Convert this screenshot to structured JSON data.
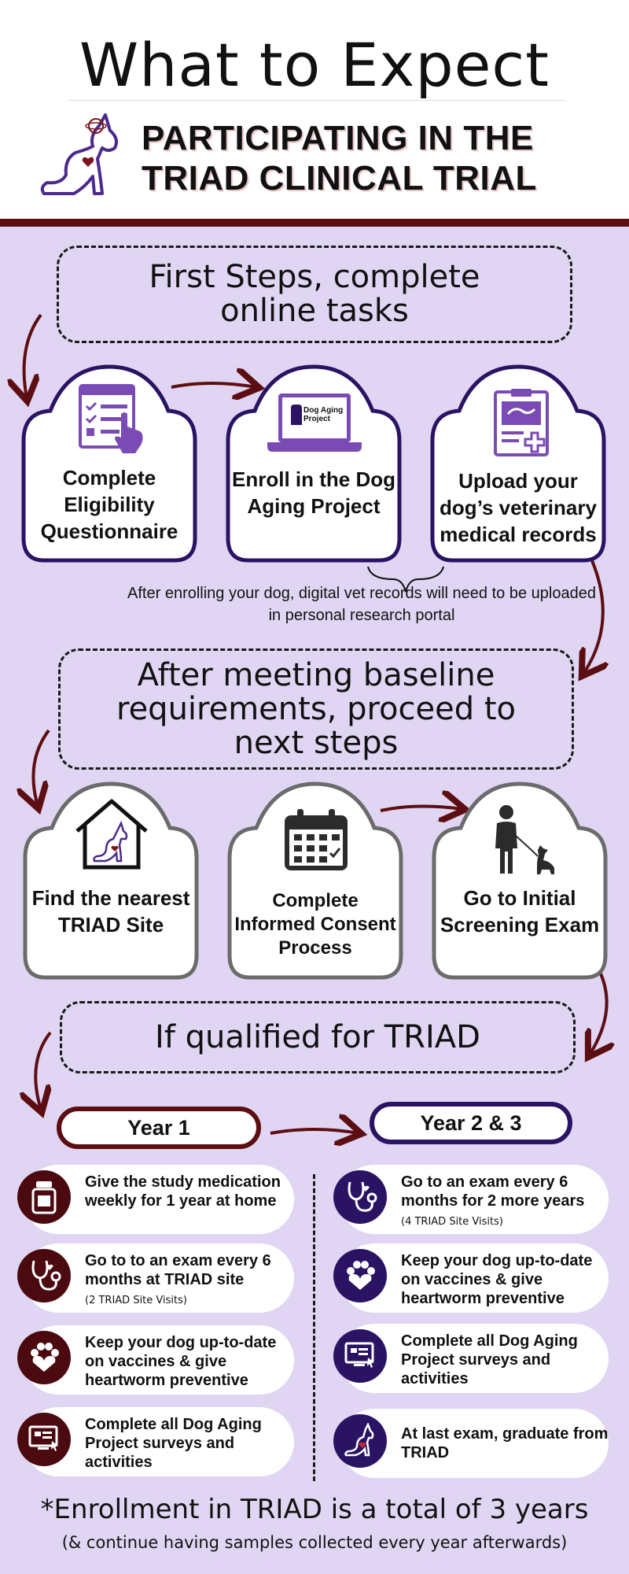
{
  "header": {
    "title": "What to Expect",
    "subtitle_line1": "PARTICIPATING IN THE",
    "subtitle_line2": "TRIAD CLINICAL TRIAL"
  },
  "colors": {
    "maroon": "#5c0e12",
    "purple": "#2a1363",
    "lavender": "#e0d6f3",
    "gray": "#6b6b6b"
  },
  "sections": {
    "first_steps": "First Steps, complete online tasks",
    "after_baseline": "After meeting baseline requirements, proceed to next steps",
    "if_qualified": "If qualified for TRIAD"
  },
  "step_cards_1": [
    {
      "label": "Complete Eligibility Questionnaire",
      "icon": "questionnaire-icon"
    },
    {
      "label": "Enroll in the Dog Aging Project",
      "icon": "laptop-icon",
      "screen_text": "Dog Aging Project"
    },
    {
      "label": "Upload your dog’s veterinary medical records",
      "icon": "medical-records-icon"
    }
  ],
  "note": "After enrolling your dog, digital vet records will need to be uploaded in personal research portal",
  "step_cards_2": [
    {
      "label": "Find the nearest TRIAD Site",
      "icon": "house-dog-icon"
    },
    {
      "label": "Complete Informed Consent Process",
      "icon": "calendar-icon"
    },
    {
      "label": "Go to Initial Screening Exam",
      "icon": "person-dog-icon"
    }
  ],
  "years": {
    "year1_label": "Year 1",
    "year23_label": "Year 2 & 3"
  },
  "year1_items": [
    {
      "text": "Give the study medication weekly for 1 year at home",
      "sub": "",
      "icon": "medicine-bottle-icon"
    },
    {
      "text": "Go to to an exam every 6 months at TRIAD site",
      "sub": "(2 TRIAD Site Visits)",
      "icon": "stethoscope-icon"
    },
    {
      "text": "Keep your dog up-to-date on vaccines & give heartworm preventive",
      "sub": "",
      "icon": "paw-heart-icon"
    },
    {
      "text": "Complete all Dog Aging Project surveys and activities",
      "sub": "",
      "icon": "survey-screen-icon"
    }
  ],
  "year23_items": [
    {
      "text": "Go to an exam every 6 months for 2 more years",
      "sub": "(4 TRIAD Site Visits)",
      "icon": "stethoscope-icon"
    },
    {
      "text": "Keep your dog up-to-date on vaccines & give heartworm preventive",
      "sub": "",
      "icon": "paw-heart-icon"
    },
    {
      "text": "Complete all Dog Aging Project surveys and activities",
      "sub": "",
      "icon": "survey-screen-icon"
    },
    {
      "text": "At last exam, graduate from TRIAD",
      "sub": "",
      "icon": "dog-icon"
    }
  ],
  "footer": {
    "main": "*Enrollment in TRIAD is a total of 3 years",
    "sub": "(& continue having samples collected every year afterwards)"
  }
}
